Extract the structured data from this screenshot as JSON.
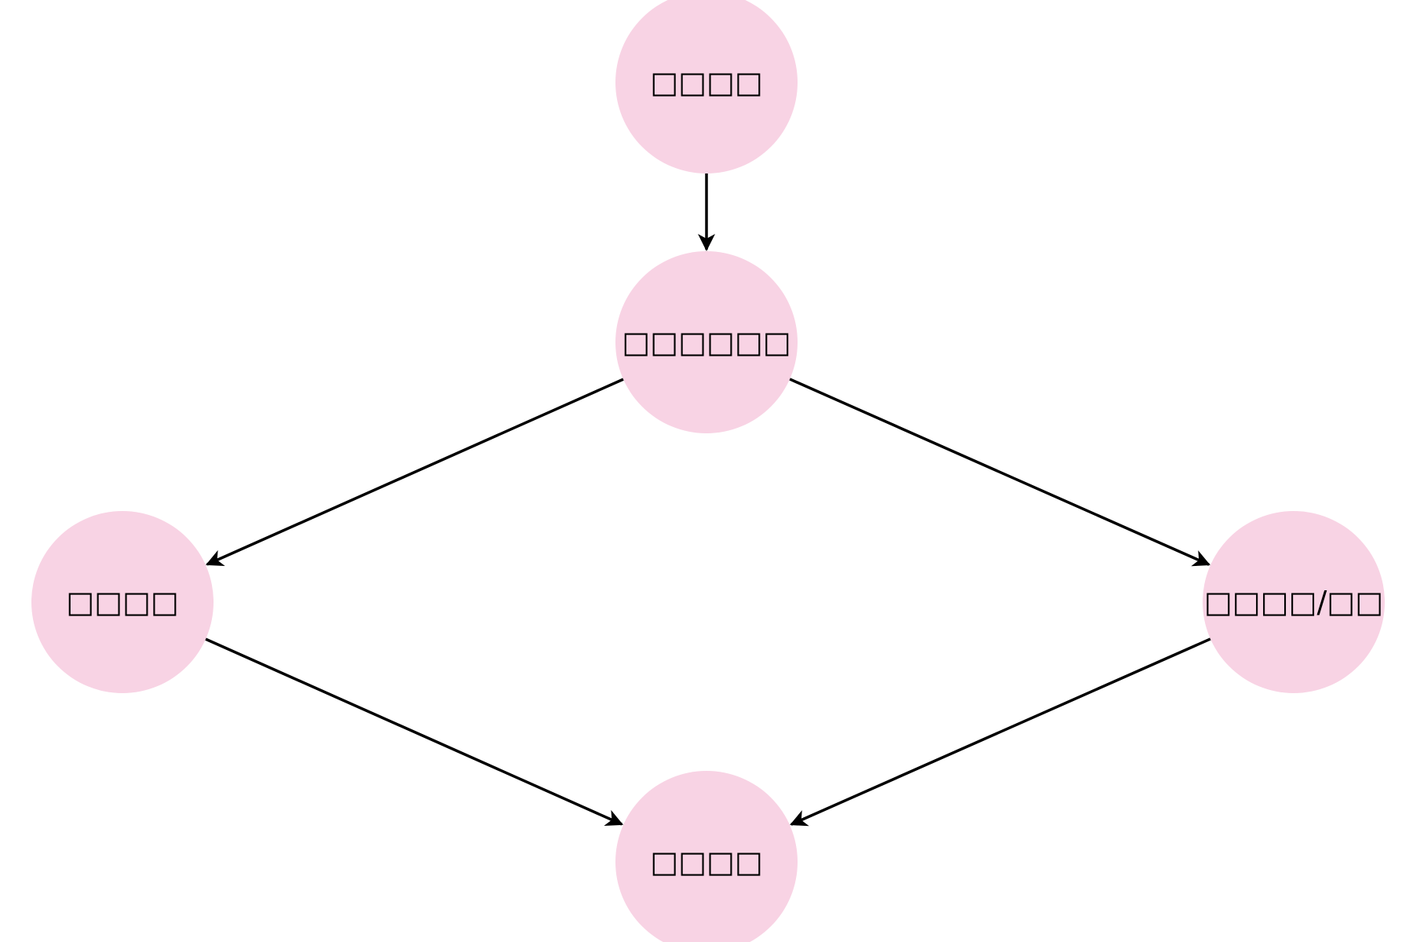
{
  "diagram": {
    "node_color": "#f8d3e4",
    "edge_color": "#000000",
    "nodes": [
      {
        "id": "top",
        "label": "□□□□"
      },
      {
        "id": "center",
        "label": "□□□□□□"
      },
      {
        "id": "left",
        "label": "□□□□"
      },
      {
        "id": "right",
        "label": "□□□□/□□"
      },
      {
        "id": "bottom",
        "label": "□□□□"
      }
    ],
    "edges": [
      {
        "from": "top",
        "to": "center"
      },
      {
        "from": "center",
        "to": "left"
      },
      {
        "from": "center",
        "to": "right"
      },
      {
        "from": "left",
        "to": "bottom"
      },
      {
        "from": "right",
        "to": "bottom"
      }
    ]
  }
}
